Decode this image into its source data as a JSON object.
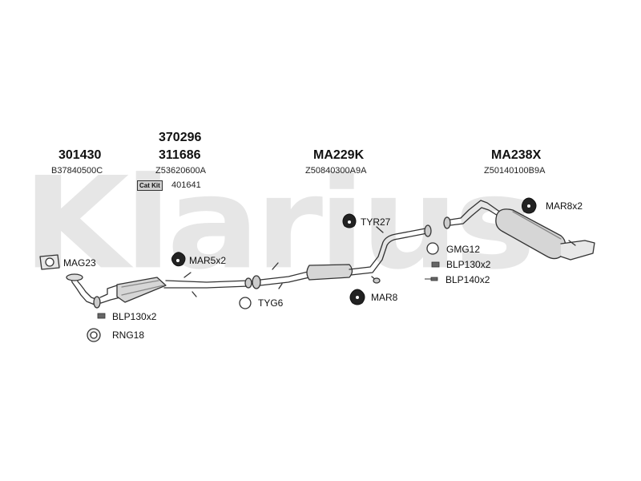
{
  "watermark": {
    "text": "Klarius"
  },
  "parts": [
    {
      "pn": "301430",
      "oe": "B37840500C"
    },
    {
      "pn_top": "370296",
      "pn": "311686",
      "oe": "Z53620600A"
    },
    {
      "pn": "MA229K",
      "oe": "Z50840300A9A"
    },
    {
      "pn": "MA238X",
      "oe": "Z50140100B9A"
    }
  ],
  "catkit": {
    "label": "Cat Kit",
    "number": "401641"
  },
  "accessories": {
    "mag": "MAG23",
    "mar5": "MAR5x2",
    "blp130_left": "BLP130x2",
    "rng": "RNG18",
    "tyg": "TYG6",
    "tyr": "TYR27",
    "mar8": "MAR8",
    "gmg": "GMG12",
    "blp130_right": "BLP130x2",
    "blp140": "BLP140x2",
    "mar8x2": "MAR8x2"
  }
}
